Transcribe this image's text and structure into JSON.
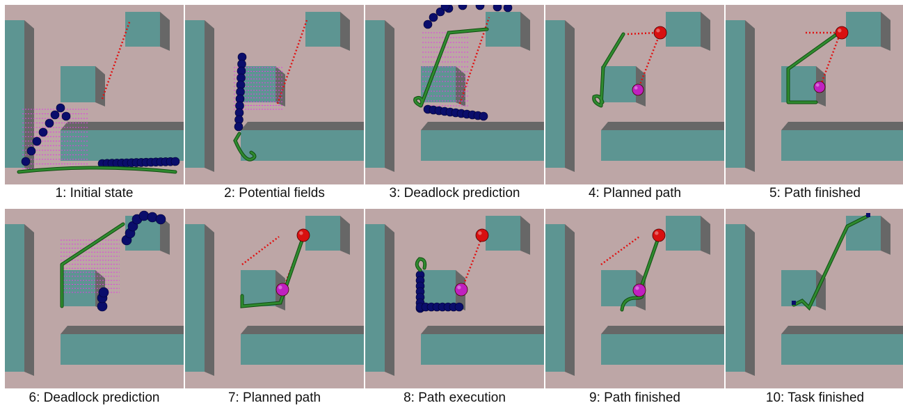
{
  "figure": {
    "panels": [
      {
        "caption": "1: Initial state"
      },
      {
        "caption": "2: Potential fields"
      },
      {
        "caption": "3: Deadlock prediction"
      },
      {
        "caption": "4: Planned path"
      },
      {
        "caption": "5: Path finished"
      },
      {
        "caption": "6: Deadlock prediction"
      },
      {
        "caption": "7: Planned path"
      },
      {
        "caption": "8: Path execution"
      },
      {
        "caption": "9: Path finished"
      },
      {
        "caption": "10: Task finished"
      }
    ]
  },
  "colors": {
    "floor": "#bda6a6",
    "obstacle_top": "#5d9592",
    "obstacle_side": "#676767",
    "robot_trail": "#0a0d6b",
    "path": "#2f8a2f",
    "field_lines": "#e040e0",
    "target_line": "#e01010",
    "goal_sphere": "#d81010",
    "object_sphere": "#c020c0"
  }
}
